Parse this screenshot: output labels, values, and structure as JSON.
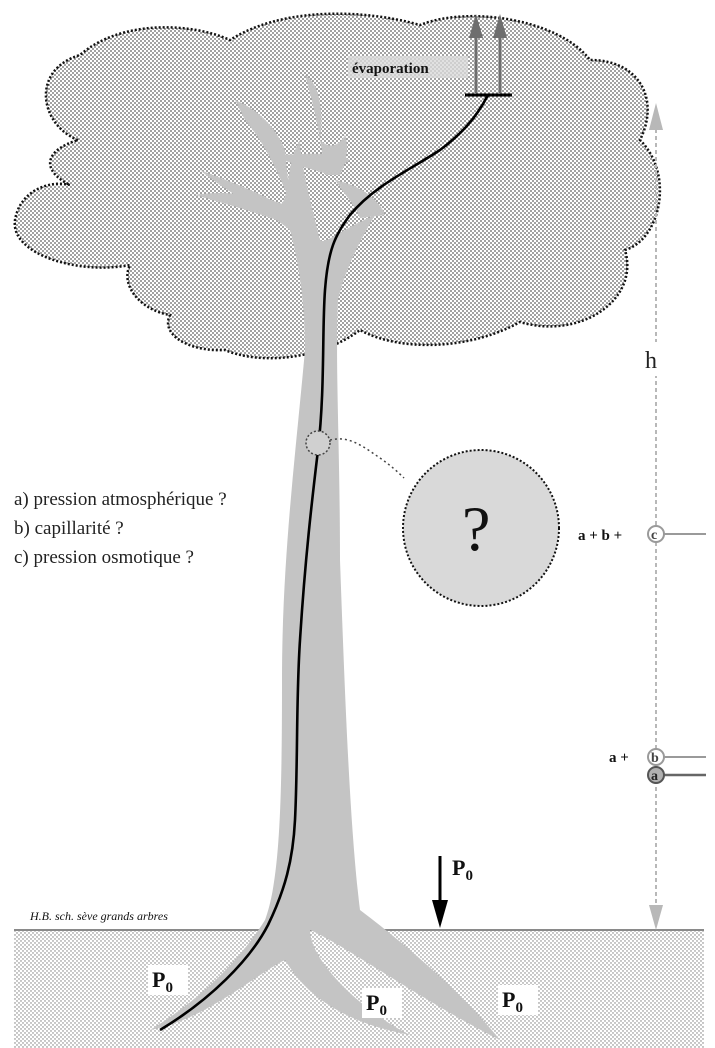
{
  "labels": {
    "evaporation": "évaporation",
    "height": "h",
    "question_mark": "?",
    "hypotheses": [
      "a) pression atmosphérique ?",
      "b) capillarité ?",
      "c) pression osmotique ?"
    ],
    "markers": {
      "abc_prefix": "a + b +",
      "abc_letter": "c",
      "ab_prefix": "a +",
      "ab_letter": "b",
      "a_letter": "a"
    },
    "p0": "P",
    "p0_subscript": "0",
    "credit": "H.B. sch. sève grands arbres"
  },
  "colors": {
    "tree": "#c4c4c4",
    "foliage_dots": "#5a5a5a",
    "sap_line": "#000000",
    "dim_arrow": "#b8b8b8",
    "evap_arrow": "#6e6e6e",
    "ground_line": "#8a8a8a"
  }
}
